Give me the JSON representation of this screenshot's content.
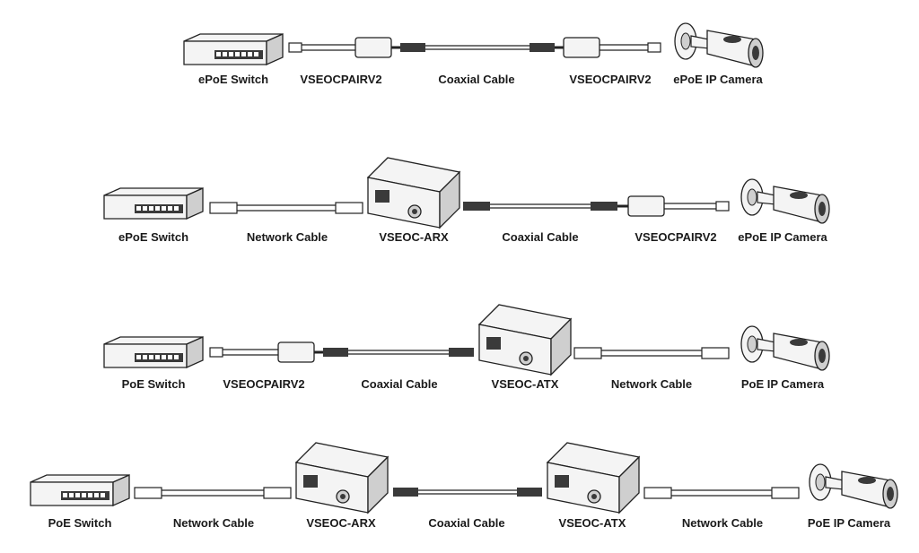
{
  "rows": [
    {
      "labels": [
        "ePoE Switch",
        "VSEOCPAIRV2",
        "Coaxial Cable",
        "VSEOCPAIRV2",
        "ePoE IP Camera"
      ]
    },
    {
      "labels": [
        "ePoE Switch",
        "Network Cable",
        "VSEOC-ARX",
        "Coaxial Cable",
        "VSEOCPAIRV2",
        "ePoE IP Camera"
      ]
    },
    {
      "labels": [
        "PoE Switch",
        "VSEOCPAIRV2",
        "Coaxial Cable",
        "VSEOC-ATX",
        "Network Cable",
        "PoE IP Camera"
      ]
    },
    {
      "labels": [
        "PoE Switch",
        "Network Cable",
        "VSEOC-ARX",
        "Coaxial Cable",
        "VSEOC-ATX",
        "Network Cable",
        "PoE IP Camera"
      ]
    }
  ],
  "colors": {
    "line": "#222222",
    "fill": "#f4f4f4",
    "shade": "#cfcfcf",
    "dark": "#3a3a3a"
  }
}
